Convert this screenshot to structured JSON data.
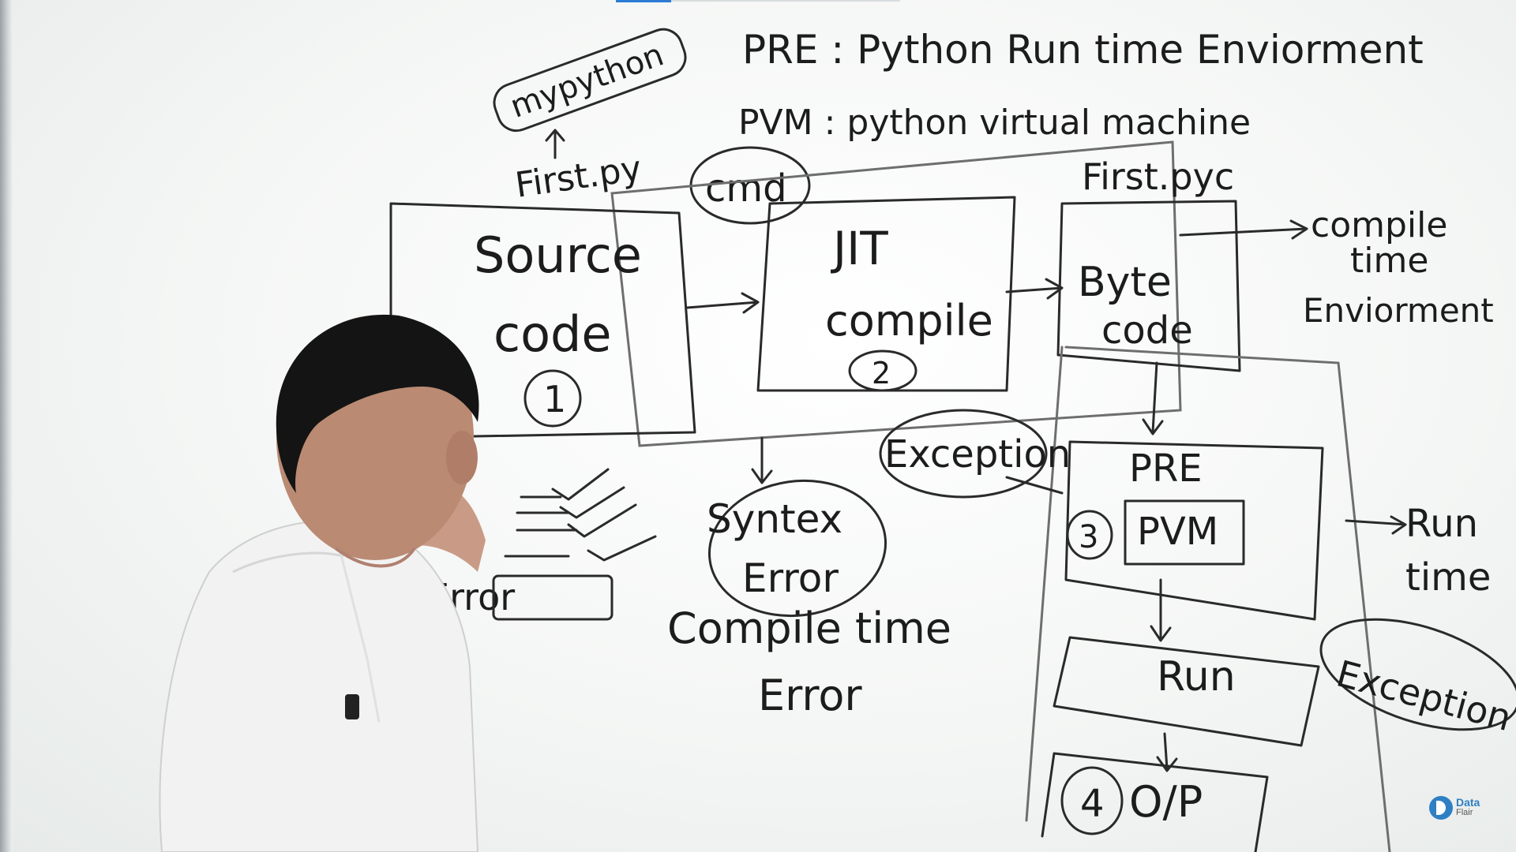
{
  "player": {
    "progress_fraction": 0.2
  },
  "definitions": {
    "pre": "PRE : Python Run time Enviorment",
    "pvm": "PVM : python virtual machine"
  },
  "labels": {
    "mypython": "mypython",
    "first_py": "First.py",
    "cmd": "cmd",
    "first_pyc": "First.pyc",
    "source_line1": "Source",
    "source_line2": "code",
    "step1": "1",
    "jit_line1": "JIT",
    "jit_line2": "compile",
    "step2": "2",
    "bytecode_line1": "Byte",
    "bytecode_line2": "code",
    "compile_time_line1": "compile",
    "compile_time_line2": "time",
    "compile_time_line3": "Enviorment",
    "exception_top": "Exception",
    "pre_box": "PRE",
    "pvm_box": "PVM",
    "step3": "3",
    "run_box": "Run",
    "step4": "4",
    "output": "O/P",
    "run_time_line1": "Run",
    "run_time_line2": "time",
    "exception_right": "Exception",
    "syntax_line1": "Syntex",
    "syntax_line2": "Error",
    "compile_error_line1": "Compile time",
    "compile_error_line2": "Error",
    "error_left": "Error"
  },
  "logo": {
    "line1": "Data",
    "line2": "Flair"
  }
}
